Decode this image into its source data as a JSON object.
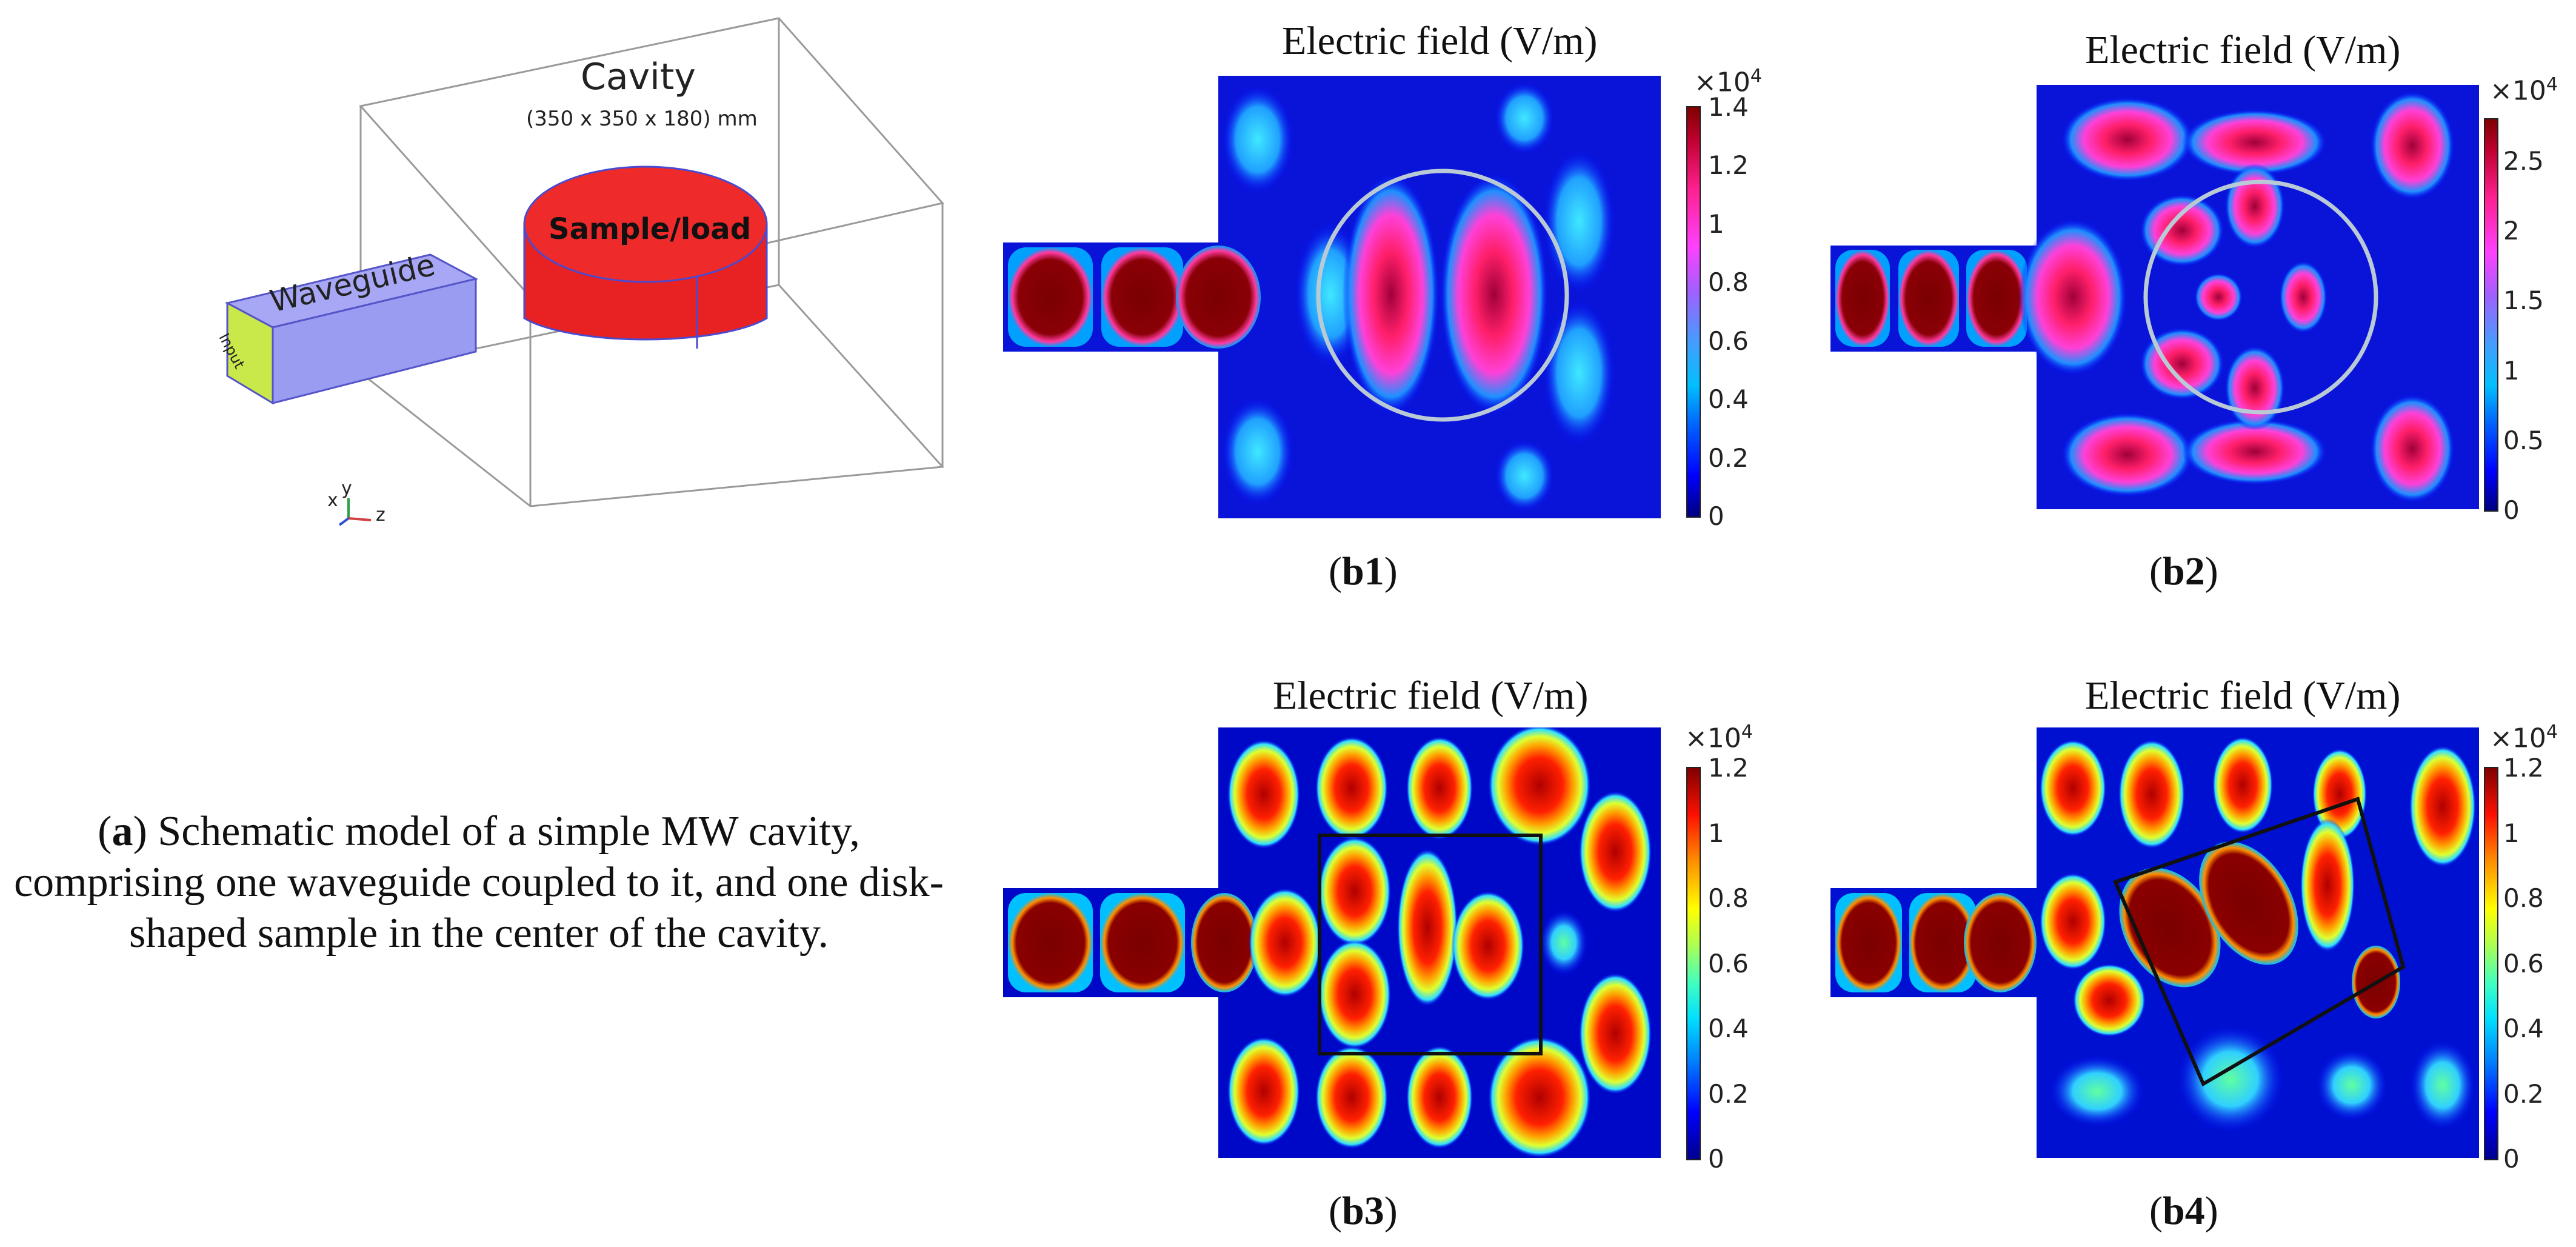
{
  "panel_a": {
    "cavity_label": "Cavity",
    "cavity_dims": "(350 x 350 x 180) mm",
    "sample_label": "Sample/load",
    "waveguide_label": "Waveguide",
    "input_label": "Input",
    "axis_x": "x",
    "axis_y": "y",
    "axis_z": "z",
    "caption_letter": "a",
    "caption_text": "Schematic model of a simple MW cavity, comprising one waveguide coupled to it, and one disk-shaped sample in the center of the cavity."
  },
  "maps": [
    {
      "id": "b1",
      "title": "Electric field (V/m)",
      "multiplier_base": "×10",
      "multiplier_exp": "4",
      "ticks": [
        "0",
        "0.2",
        "0.4",
        "0.6",
        "0.8",
        "1",
        "1.2",
        "1.4"
      ],
      "tick_values": [
        0,
        0.2,
        0.4,
        0.6,
        0.8,
        1,
        1.2,
        1.4
      ],
      "range": [
        0,
        1.4
      ],
      "colormap": "blue-magenta",
      "sample_shape": "circle",
      "label_open": "(",
      "label": "b1",
      "label_close": ")"
    },
    {
      "id": "b2",
      "title": "Electric field (V/m)",
      "multiplier_base": "×10",
      "multiplier_exp": "4",
      "ticks": [
        "0",
        "0.5",
        "1",
        "1.5",
        "2",
        "2.5"
      ],
      "tick_values": [
        0,
        0.5,
        1,
        1.5,
        2,
        2.5
      ],
      "range": [
        0,
        2.8
      ],
      "colormap": "blue-magenta",
      "sample_shape": "circle",
      "label_open": "(",
      "label": "b2",
      "label_close": ")"
    },
    {
      "id": "b3",
      "title": "Electric field (V/m)",
      "multiplier_base": "×10",
      "multiplier_exp": "4",
      "ticks": [
        "0",
        "0.2",
        "0.4",
        "0.6",
        "0.8",
        "1",
        "1.2"
      ],
      "tick_values": [
        0,
        0.2,
        0.4,
        0.6,
        0.8,
        1,
        1.2
      ],
      "range": [
        0,
        1.2
      ],
      "colormap": "jet",
      "sample_shape": "square",
      "label_open": "(",
      "label": "b3",
      "label_close": ")"
    },
    {
      "id": "b4",
      "title": "Electric field (V/m)",
      "multiplier_base": "×10",
      "multiplier_exp": "4",
      "ticks": [
        "0",
        "0.2",
        "0.4",
        "0.6",
        "0.8",
        "1",
        "1.2"
      ],
      "tick_values": [
        0,
        0.2,
        0.4,
        0.6,
        0.8,
        1,
        1.2
      ],
      "range": [
        0,
        1.2
      ],
      "colormap": "jet",
      "sample_shape": "rotated-square",
      "label_open": "(",
      "label": "b4",
      "label_close": ")"
    }
  ]
}
